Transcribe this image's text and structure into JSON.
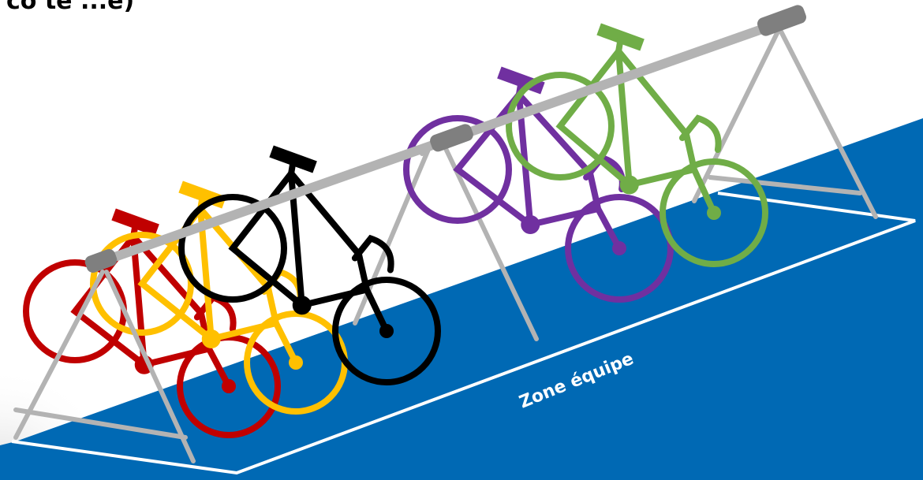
{
  "header_fragment": "co te ...e)",
  "zone_label": "Zone équipe",
  "colors": {
    "zone_fill": "#0069b4",
    "zone_outline": "#ffffff",
    "rack": "#b3b3b3",
    "rack_cap": "#7f7f7f",
    "bikes": [
      "#c00000",
      "#ffc000",
      "#000000",
      "#7030a0",
      "#70ad47"
    ]
  },
  "bikes": [
    {
      "name": "red-bike",
      "color": "#c00000"
    },
    {
      "name": "yellow-bike",
      "color": "#ffc000"
    },
    {
      "name": "black-bike",
      "color": "#000000"
    },
    {
      "name": "purple-bike",
      "color": "#7030a0"
    },
    {
      "name": "green-bike",
      "color": "#70ad47"
    }
  ]
}
